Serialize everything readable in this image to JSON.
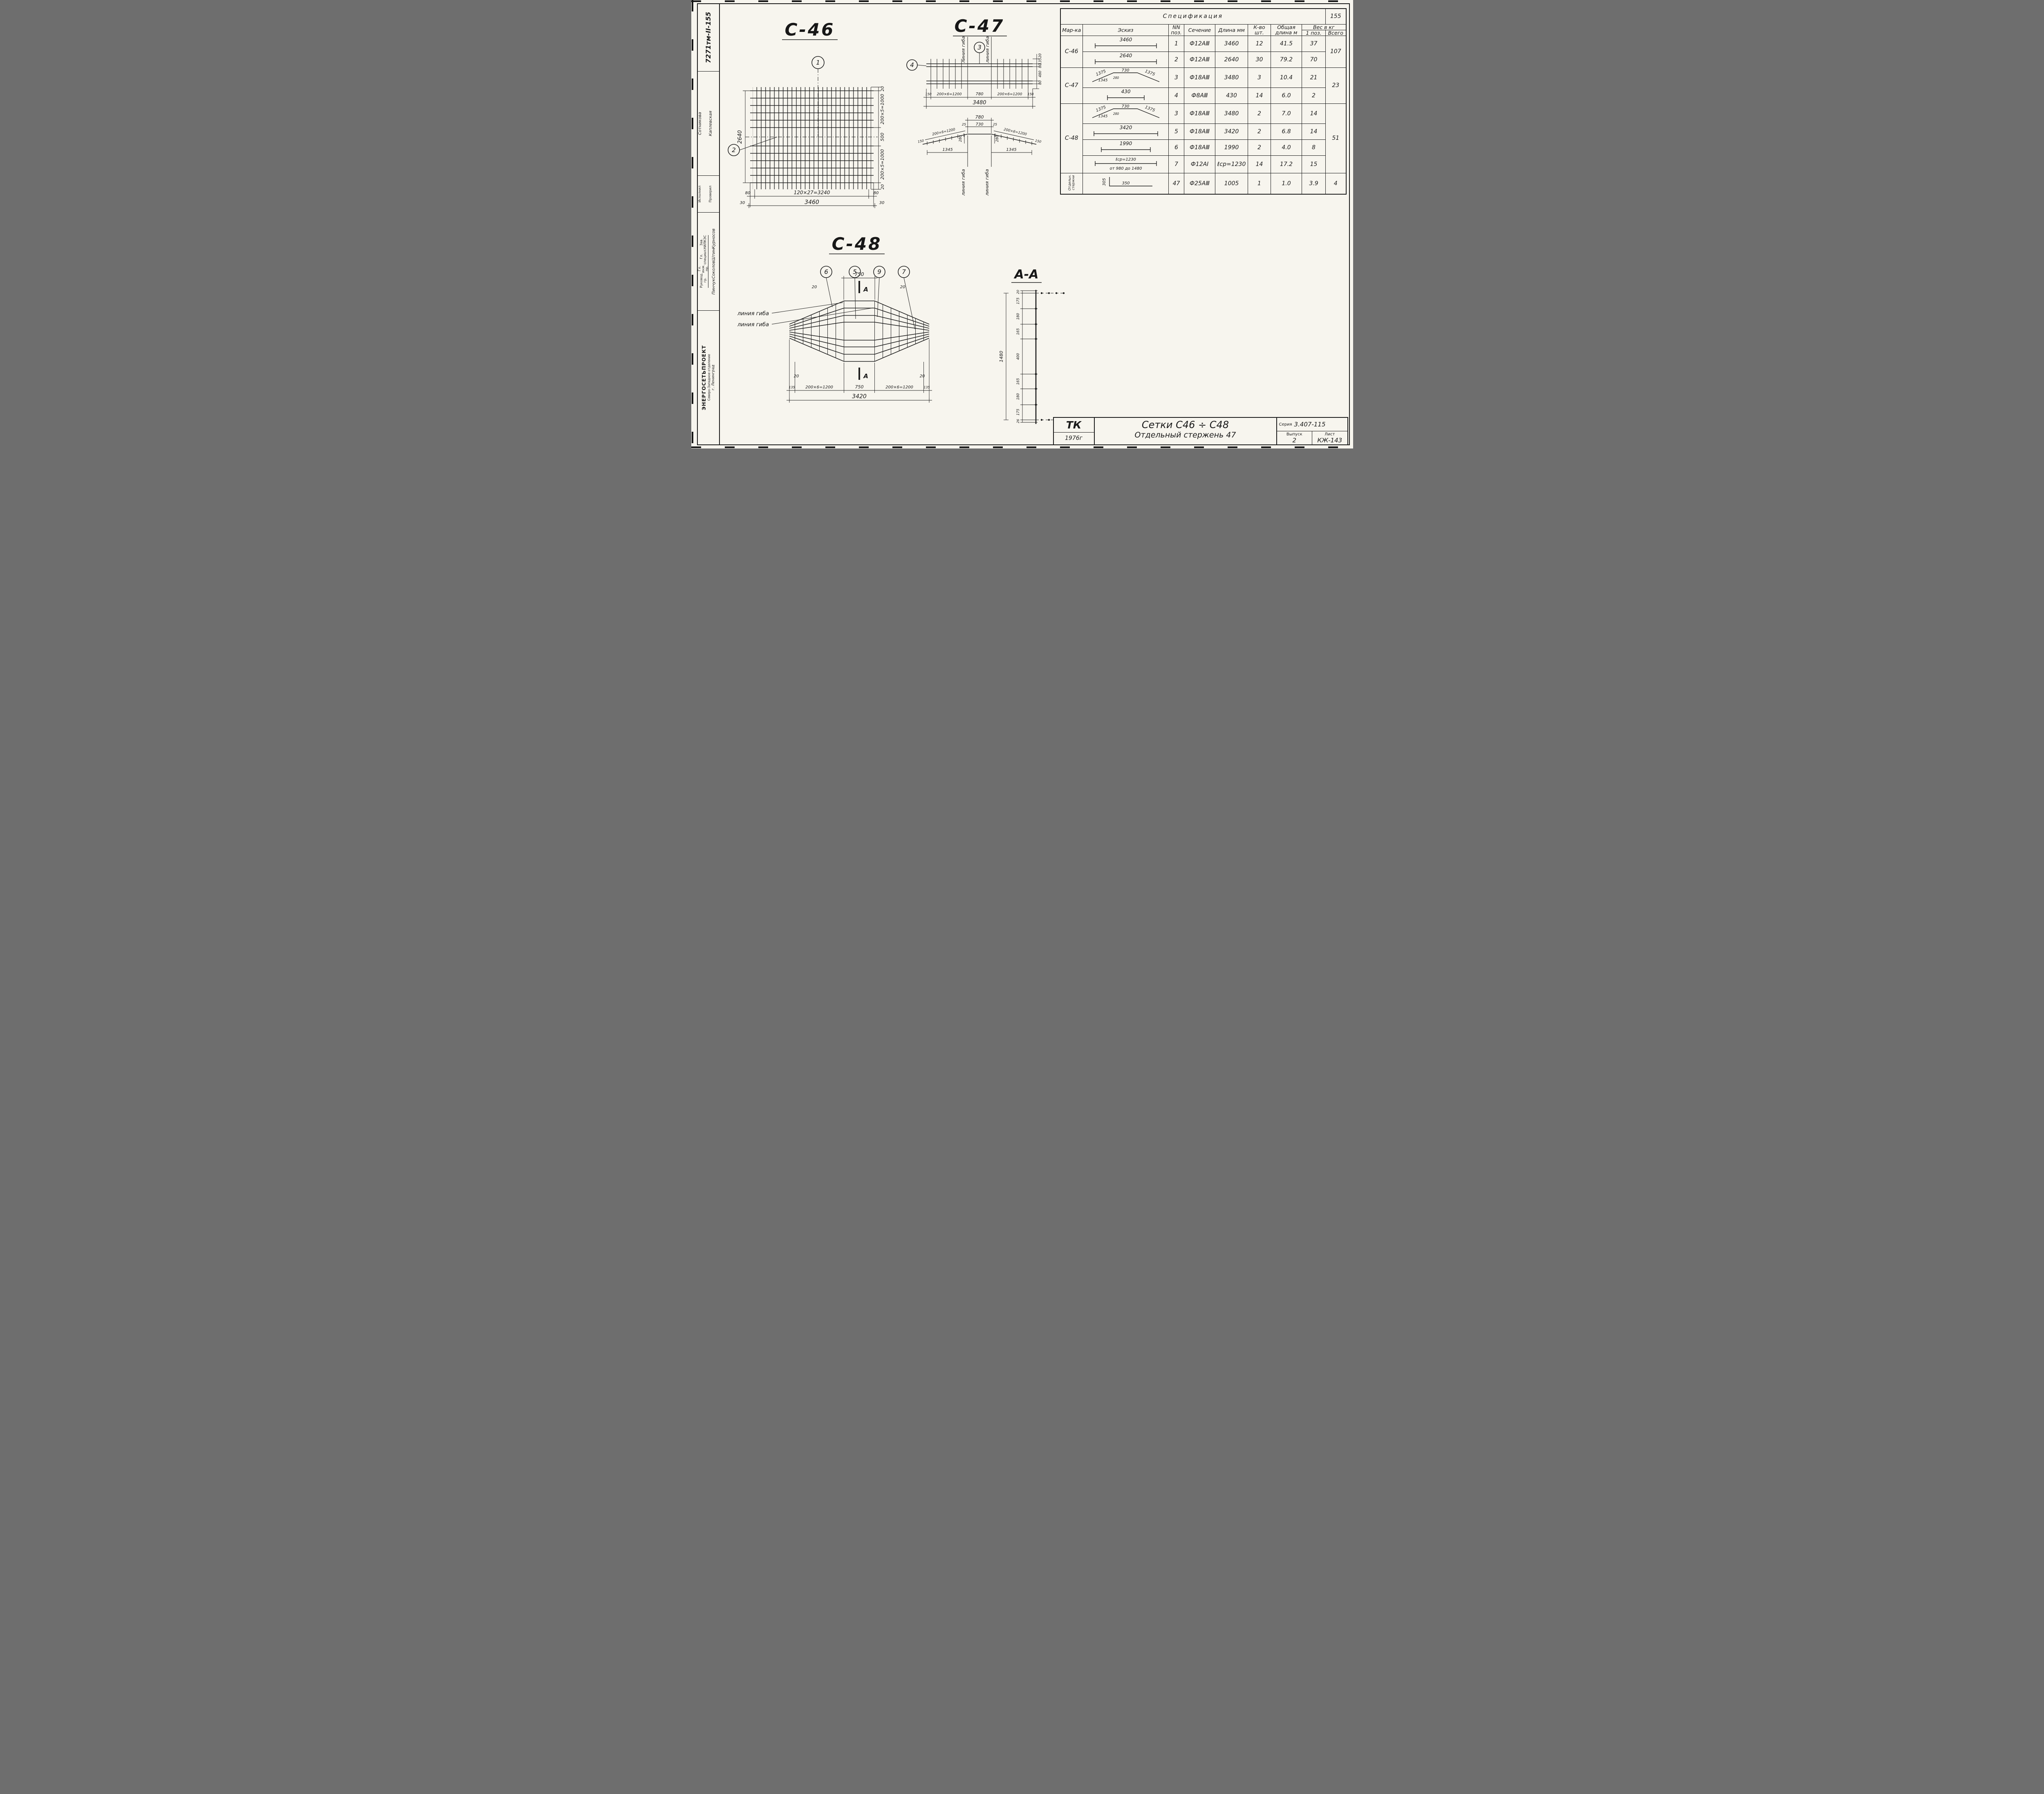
{
  "sheet": {
    "doc_number": "7271тм-II-155",
    "page_number": "155"
  },
  "stamp": {
    "executors": {
      "names": [
        "Сотникова",
        "Каплевская"
      ],
      "roles": [
        "Исполнил",
        "Проверил"
      ]
    },
    "approvals": {
      "roles": [
        "Зав. НИЛКЭС",
        "Гл. специал.",
        "Гл. инж. пр.",
        "Руковод. гр."
      ],
      "names": [
        "Курносов",
        "Штин",
        "Соколов",
        "Пинчук"
      ]
    },
    "org": {
      "line1": "ЭНЕРГОСЕТЬПРОЕКТ",
      "line2": "Северо-Западное отделение",
      "line3": "г. Ленинград"
    }
  },
  "c46": {
    "title": "С-46",
    "callout1": "1",
    "callout2": "2",
    "dim_left_height": "2640",
    "dim_pitch_bottom": "120×27=3240",
    "dim_total_bottom": "3460",
    "dim_edge_left": "80",
    "dim_edge_right": "80",
    "dim_overhang_left": "30",
    "dim_overhang_right": "30",
    "right_dims": [
      "20",
      "200×5=1000",
      "500",
      "200×5=1000",
      "20"
    ]
  },
  "c47": {
    "title": "С-47",
    "callout3": "3",
    "callout4": "4",
    "bend_label_left": "линия гиба",
    "bend_label_right": "линия гиба",
    "top_right_dim": "20",
    "right_dims": [
      "135",
      "80",
      "480",
      "80"
    ],
    "pitch_dims": [
      "150",
      "200×6=1200",
      "780",
      "200×6=1200",
      "150"
    ],
    "dim_total": "3480",
    "profile": {
      "dim_780": "780",
      "dim_25_left": "25",
      "dim_730": "730",
      "dim_25_right": "25",
      "slope_dim_left": "200×6=1200",
      "slope_dim_right": "200×6=1200",
      "end_dim_left": "150",
      "end_dim_right": "150",
      "dim_1345_left": "1345",
      "dim_1345_right": "1345",
      "dim_280_left": "280",
      "dim_280_right": "280",
      "bend_label_left": "линия гиба",
      "bend_label_right": "линия гиба"
    }
  },
  "c48": {
    "title": "С-48",
    "callouts": [
      "6",
      "5",
      "9",
      "7"
    ],
    "section_mark": "А",
    "bend_label_1": "линия гиба",
    "bend_label_2": "линия гиба",
    "dim_top_750": "750",
    "dim_top_20_left": "20",
    "dim_top_20_right": "20",
    "dim_bottom_20_left": "20",
    "dim_bottom_20_right": "20",
    "pitch_dims": [
      "135",
      "200×6=1200",
      "750",
      "200×6=1200",
      "135"
    ],
    "dim_total": "3420"
  },
  "section_aa": {
    "title": "А-А",
    "dim_top": "20",
    "dims_upper": [
      "175",
      "180",
      "165"
    ],
    "dim_middle": "400",
    "dims_lower": [
      "165",
      "180",
      "175"
    ],
    "dim_bottom": "26",
    "dim_overall": "1480"
  },
  "spec": {
    "title": "Спецификация",
    "headers": {
      "mark": "Мар-ка",
      "sketch": "Эскиз",
      "pos": "NN поз.",
      "section": "Сечение",
      "length": "Длина мм",
      "qty": "К-во шт.",
      "total_length": "Общая длина м",
      "weight": "Вес в кг",
      "weight_pos": "1 поз.",
      "weight_total": "Всего"
    },
    "rows": [
      {
        "mark": "С-46",
        "pos": "1",
        "section": "Ф12АⅢ",
        "length": "3460",
        "qty": "12",
        "total_length": "41.5",
        "weight_pos": "37",
        "weight_total": "107",
        "sketch_label": "3460"
      },
      {
        "pos": "2",
        "section": "Ф12АⅢ",
        "length": "2640",
        "qty": "30",
        "total_length": "79.2",
        "weight_pos": "70",
        "sketch_label": "2640"
      },
      {
        "mark": "С-47",
        "pos": "3",
        "section": "Ф18АⅢ",
        "length": "3480",
        "qty": "3",
        "total_length": "10.4",
        "weight_pos": "21",
        "weight_total": "23",
        "sketch_labels": {
          "left": "1375",
          "top": "730",
          "right": "1375",
          "bottom": "1345",
          "height": "280"
        }
      },
      {
        "pos": "4",
        "section": "Ф8АⅢ",
        "length": "430",
        "qty": "14",
        "total_length": "6.0",
        "weight_pos": "2",
        "sketch_label": "430"
      },
      {
        "mark": "С-48",
        "pos": "3",
        "section": "Ф18АⅢ",
        "length": "3480",
        "qty": "2",
        "total_length": "7.0",
        "weight_pos": "14",
        "weight_total": "51",
        "sketch_labels": {
          "left": "1375",
          "top": "730",
          "right": "1375",
          "bottom": "1345",
          "height": "280"
        }
      },
      {
        "pos": "5",
        "section": "Ф18АⅢ",
        "length": "3420",
        "qty": "2",
        "total_length": "6.8",
        "weight_pos": "14",
        "sketch_label": "3420"
      },
      {
        "pos": "6",
        "section": "Ф18АⅢ",
        "length": "1990",
        "qty": "2",
        "total_length": "4.0",
        "weight_pos": "8",
        "sketch_label": "1990"
      },
      {
        "pos": "7",
        "section": "Ф12АⅠ",
        "length": "ℓср=1230",
        "qty": "14",
        "total_length": "17.2",
        "weight_pos": "15",
        "sketch_label": "ℓср=1230",
        "sketch_sublabel": "от 980 до 1480"
      },
      {
        "mark": "Отдельн.\nстержни",
        "pos": "47",
        "section": "Ф25АⅢ",
        "length": "1005",
        "qty": "1",
        "total_length": "1.0",
        "weight_pos": "3.9",
        "weight_total": "4",
        "sketch_labels": {
          "height": "305",
          "bottom": "350"
        }
      }
    ]
  },
  "title_block": {
    "stamp_tk": "ТК",
    "stamp_year": "1976г",
    "title_line1": "Сетки  С46 ÷ С48",
    "title_line2": "Отдельный  стержень  47",
    "series_label": "Серия",
    "series_value": "3.407-115",
    "issue_label": "Выпуск",
    "issue_value": "2",
    "sheet_label": "Лист",
    "sheet_value": "КЖ-143"
  }
}
